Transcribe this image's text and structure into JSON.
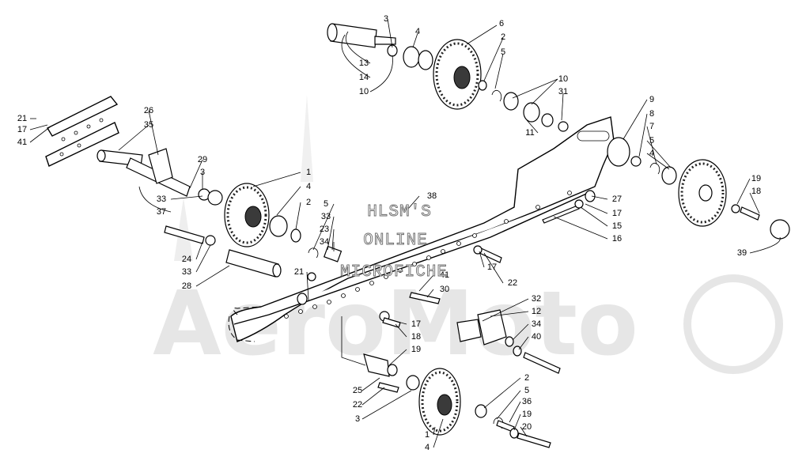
{
  "watermark": {
    "brand": "AeroMoto"
  },
  "overlay_text": {
    "line1": "HLSM'S",
    "line2": "ONLINE",
    "line3": "MICROFICHE"
  },
  "callouts": [
    {
      "text": "3"
    },
    {
      "text": "4"
    },
    {
      "text": "6"
    },
    {
      "text": "2"
    },
    {
      "text": "5"
    },
    {
      "text": "13"
    },
    {
      "text": "14"
    },
    {
      "text": "10"
    },
    {
      "text": "10"
    },
    {
      "text": "31"
    },
    {
      "text": "11"
    },
    {
      "text": "9"
    },
    {
      "text": "8"
    },
    {
      "text": "7"
    },
    {
      "text": "5"
    },
    {
      "text": "4"
    },
    {
      "text": "19"
    },
    {
      "text": "18"
    },
    {
      "text": "39"
    },
    {
      "text": "27"
    },
    {
      "text": "17"
    },
    {
      "text": "15"
    },
    {
      "text": "16"
    },
    {
      "text": "21"
    },
    {
      "text": "17"
    },
    {
      "text": "41"
    },
    {
      "text": "26"
    },
    {
      "text": "35"
    },
    {
      "text": "29"
    },
    {
      "text": "3"
    },
    {
      "text": "33"
    },
    {
      "text": "37"
    },
    {
      "text": "1"
    },
    {
      "text": "4"
    },
    {
      "text": "2"
    },
    {
      "text": "5"
    },
    {
      "text": "33"
    },
    {
      "text": "38"
    },
    {
      "text": "23"
    },
    {
      "text": "34"
    },
    {
      "text": "24"
    },
    {
      "text": "33"
    },
    {
      "text": "28"
    },
    {
      "text": "21"
    },
    {
      "text": "17"
    },
    {
      "text": "22"
    },
    {
      "text": "41"
    },
    {
      "text": "30"
    },
    {
      "text": "32"
    },
    {
      "text": "12"
    },
    {
      "text": "34"
    },
    {
      "text": "40"
    },
    {
      "text": "17"
    },
    {
      "text": "18"
    },
    {
      "text": "19"
    },
    {
      "text": "25"
    },
    {
      "text": "22"
    },
    {
      "text": "3"
    },
    {
      "text": "2"
    },
    {
      "text": "5"
    },
    {
      "text": "36"
    },
    {
      "text": "19"
    },
    {
      "text": "20"
    },
    {
      "text": "1"
    },
    {
      "text": "4"
    }
  ]
}
